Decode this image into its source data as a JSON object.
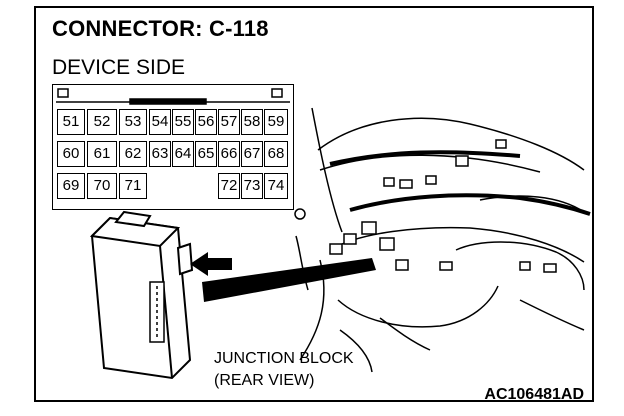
{
  "header": {
    "title": "CONNECTOR: C-118",
    "subtitle": "DEVICE SIDE"
  },
  "connector": {
    "rows": [
      [
        "51",
        "52",
        "53",
        "54",
        "55",
        "56",
        "57",
        "58",
        "59"
      ],
      [
        "60",
        "61",
        "62",
        "63",
        "64",
        "65",
        "66",
        "67",
        "68"
      ],
      [
        "69",
        "70",
        "71",
        "72",
        "73",
        "74"
      ]
    ]
  },
  "labels": {
    "junction_line1": "JUNCTION BLOCK",
    "junction_line2": "(REAR VIEW)",
    "figure_code": "AC106481AD"
  }
}
